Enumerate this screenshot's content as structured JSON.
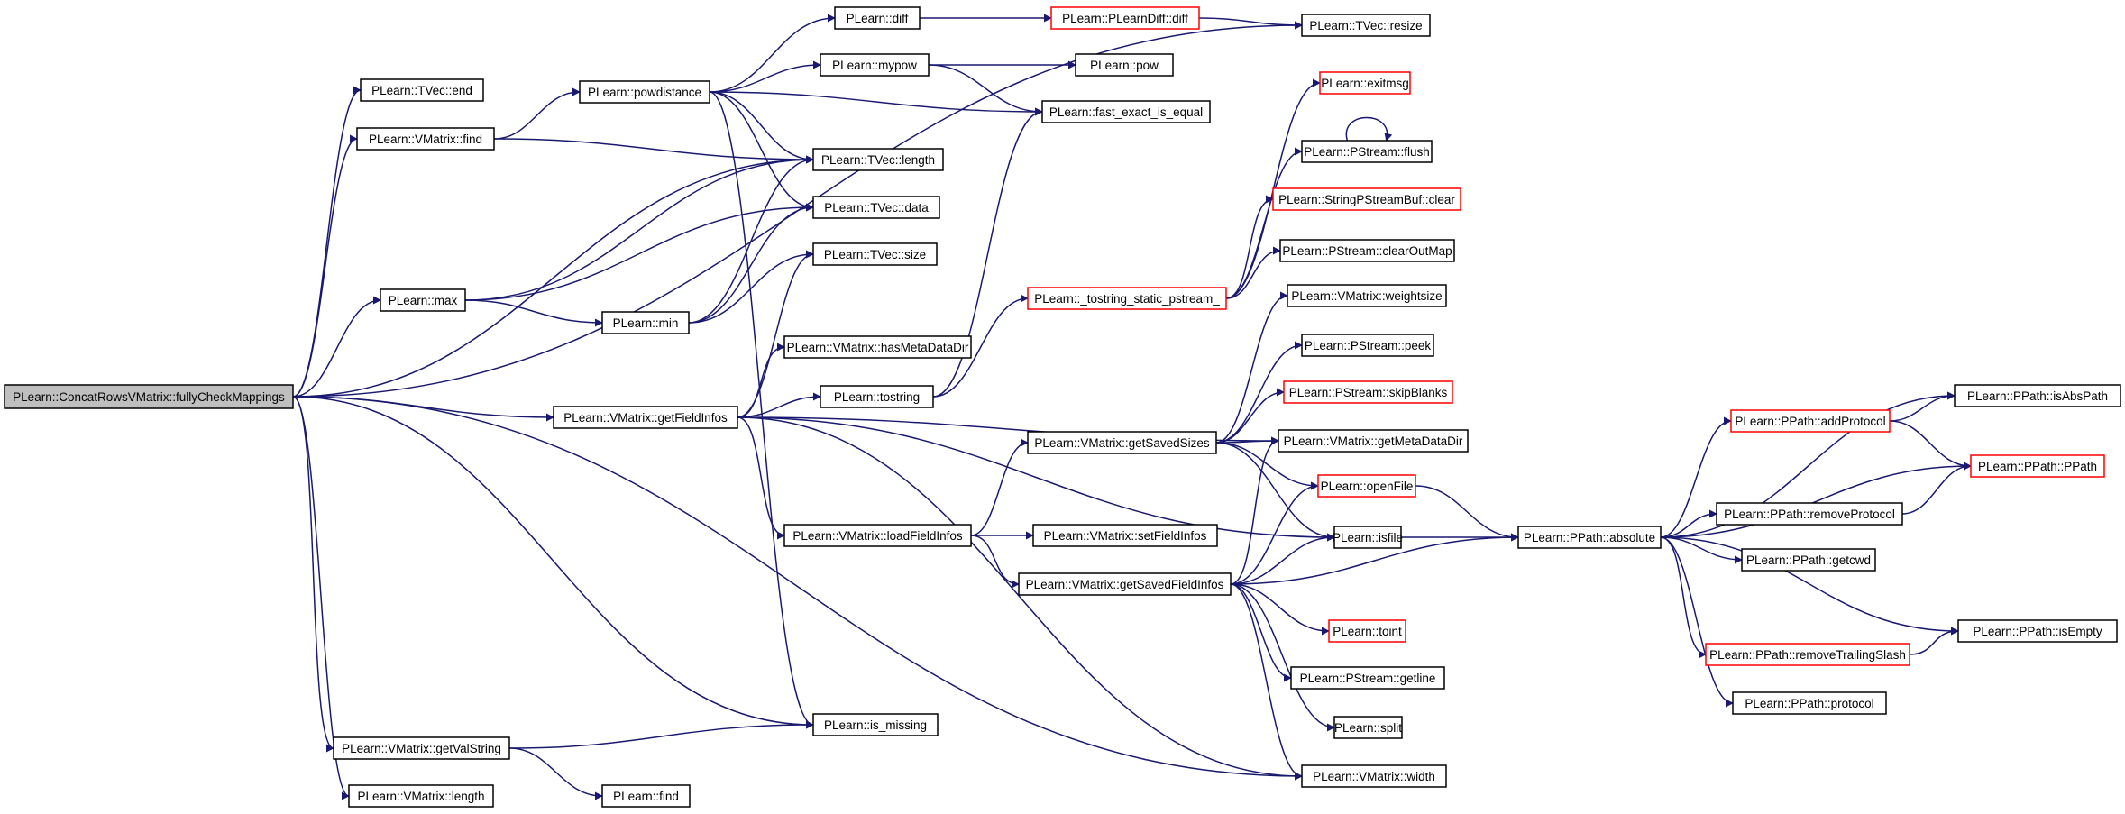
{
  "diagram": {
    "type": "call-graph",
    "colors": {
      "edge": "#191970",
      "node_border": "#000000",
      "truncated_node_border": "#ff0000",
      "root_fill": "#bfbfbf"
    },
    "nodes": [
      {
        "id": "root",
        "label": "PLearn::ConcatRowsVMatrix::fullyCheckMappings",
        "style": "root"
      },
      {
        "id": "tvec_end",
        "label": "PLearn::TVec::end",
        "style": "normal"
      },
      {
        "id": "vm_find",
        "label": "PLearn::VMatrix::find",
        "style": "normal"
      },
      {
        "id": "max",
        "label": "PLearn::max",
        "style": "normal"
      },
      {
        "id": "min",
        "label": "PLearn::min",
        "style": "normal"
      },
      {
        "id": "getFieldInfos",
        "label": "PLearn::VMatrix::getFieldInfos",
        "style": "normal"
      },
      {
        "id": "getValString",
        "label": "PLearn::VMatrix::getValString",
        "style": "normal"
      },
      {
        "id": "vm_length",
        "label": "PLearn::VMatrix::length",
        "style": "normal"
      },
      {
        "id": "powdistance",
        "label": "PLearn::powdistance",
        "style": "normal"
      },
      {
        "id": "diff",
        "label": "PLearn::diff",
        "style": "normal"
      },
      {
        "id": "mypow",
        "label": "PLearn::mypow",
        "style": "normal"
      },
      {
        "id": "tvec_length",
        "label": "PLearn::TVec::length",
        "style": "normal"
      },
      {
        "id": "tvec_data",
        "label": "PLearn::TVec::data",
        "style": "normal"
      },
      {
        "id": "tvec_size",
        "label": "PLearn::TVec::size",
        "style": "normal"
      },
      {
        "id": "hasMetaDataDir",
        "label": "PLearn::VMatrix::hasMetaDataDir",
        "style": "normal"
      },
      {
        "id": "tostring",
        "label": "PLearn::tostring",
        "style": "normal"
      },
      {
        "id": "loadFieldInfos",
        "label": "PLearn::VMatrix::loadFieldInfos",
        "style": "normal"
      },
      {
        "id": "is_missing",
        "label": "PLearn::is_missing",
        "style": "normal"
      },
      {
        "id": "find",
        "label": "PLearn::find",
        "style": "normal"
      },
      {
        "id": "plearndiff",
        "label": "PLearn::PLearnDiff::diff",
        "style": "red"
      },
      {
        "id": "pow",
        "label": "PLearn::pow",
        "style": "normal"
      },
      {
        "id": "fast_exact",
        "label": "PLearn::fast_exact_is_equal",
        "style": "normal"
      },
      {
        "id": "tostring_static",
        "label": "PLearn::_tostring_static_pstream_",
        "style": "red"
      },
      {
        "id": "getSavedSizes",
        "label": "PLearn::VMatrix::getSavedSizes",
        "style": "normal"
      },
      {
        "id": "setFieldInfos",
        "label": "PLearn::VMatrix::setFieldInfos",
        "style": "normal"
      },
      {
        "id": "getSavedFieldInfos",
        "label": "PLearn::VMatrix::getSavedFieldInfos",
        "style": "normal"
      },
      {
        "id": "tvec_resize",
        "label": "PLearn::TVec::resize",
        "style": "normal"
      },
      {
        "id": "exitmsg",
        "label": "PLearn::exitmsg",
        "style": "red"
      },
      {
        "id": "flush",
        "label": "PLearn::PStream::flush",
        "style": "normal"
      },
      {
        "id": "sp_clear",
        "label": "PLearn::StringPStreamBuf::clear",
        "style": "red"
      },
      {
        "id": "clearOutMap",
        "label": "PLearn::PStream::clearOutMap",
        "style": "normal"
      },
      {
        "id": "weightsize",
        "label": "PLearn::VMatrix::weightsize",
        "style": "normal"
      },
      {
        "id": "peek",
        "label": "PLearn::PStream::peek",
        "style": "normal"
      },
      {
        "id": "skipBlanks",
        "label": "PLearn::PStream::skipBlanks",
        "style": "red"
      },
      {
        "id": "getMetaDataDir",
        "label": "PLearn::VMatrix::getMetaDataDir",
        "style": "normal"
      },
      {
        "id": "openFile",
        "label": "PLearn::openFile",
        "style": "red"
      },
      {
        "id": "isfile",
        "label": "PLearn::isfile",
        "style": "normal"
      },
      {
        "id": "toint",
        "label": "PLearn::toint",
        "style": "red"
      },
      {
        "id": "getline",
        "label": "PLearn::PStream::getline",
        "style": "normal"
      },
      {
        "id": "split",
        "label": "PLearn::split",
        "style": "normal"
      },
      {
        "id": "vm_width",
        "label": "PLearn::VMatrix::width",
        "style": "normal"
      },
      {
        "id": "absolute",
        "label": "PLearn::PPath::absolute",
        "style": "normal"
      },
      {
        "id": "addProtocol",
        "label": "PLearn::PPath::addProtocol",
        "style": "red"
      },
      {
        "id": "removeProtocol",
        "label": "PLearn::PPath::removeProtocol",
        "style": "normal"
      },
      {
        "id": "getcwd",
        "label": "PLearn::PPath::getcwd",
        "style": "normal"
      },
      {
        "id": "removeTrailingSlash",
        "label": "PLearn::PPath::removeTrailingSlash",
        "style": "red"
      },
      {
        "id": "protocol",
        "label": "PLearn::PPath::protocol",
        "style": "normal"
      },
      {
        "id": "isAbsPath",
        "label": "PLearn::PPath::isAbsPath",
        "style": "normal"
      },
      {
        "id": "ppath",
        "label": "PLearn::PPath::PPath",
        "style": "red"
      },
      {
        "id": "isEmpty",
        "label": "PLearn::PPath::isEmpty",
        "style": "normal"
      }
    ],
    "edges": [
      [
        "root",
        "tvec_end"
      ],
      [
        "root",
        "vm_find"
      ],
      [
        "root",
        "tvec_length"
      ],
      [
        "root",
        "max"
      ],
      [
        "root",
        "tvec_resize"
      ],
      [
        "root",
        "getFieldInfos"
      ],
      [
        "root",
        "vm_width"
      ],
      [
        "root",
        "is_missing"
      ],
      [
        "root",
        "getValString"
      ],
      [
        "root",
        "vm_length"
      ],
      [
        "vm_find",
        "powdistance"
      ],
      [
        "vm_find",
        "tvec_length"
      ],
      [
        "powdistance",
        "diff"
      ],
      [
        "powdistance",
        "mypow"
      ],
      [
        "powdistance",
        "fast_exact"
      ],
      [
        "powdistance",
        "tvec_length"
      ],
      [
        "powdistance",
        "tvec_data"
      ],
      [
        "powdistance",
        "is_missing"
      ],
      [
        "diff",
        "plearndiff"
      ],
      [
        "plearndiff",
        "tvec_resize"
      ],
      [
        "mypow",
        "pow"
      ],
      [
        "mypow",
        "fast_exact"
      ],
      [
        "max",
        "tvec_length"
      ],
      [
        "max",
        "tvec_data"
      ],
      [
        "max",
        "min"
      ],
      [
        "min",
        "tvec_length"
      ],
      [
        "min",
        "tvec_data"
      ],
      [
        "min",
        "tvec_size"
      ],
      [
        "getFieldInfos",
        "tvec_size"
      ],
      [
        "getFieldInfos",
        "hasMetaDataDir"
      ],
      [
        "getFieldInfos",
        "tostring"
      ],
      [
        "getFieldInfos",
        "getMetaDataDir"
      ],
      [
        "getFieldInfos",
        "isfile"
      ],
      [
        "getFieldInfos",
        "loadFieldInfos"
      ],
      [
        "getFieldInfos",
        "vm_width"
      ],
      [
        "tostring",
        "fast_exact"
      ],
      [
        "tostring",
        "tostring_static"
      ],
      [
        "tostring_static",
        "exitmsg"
      ],
      [
        "tostring_static",
        "flush"
      ],
      [
        "tostring_static",
        "sp_clear"
      ],
      [
        "tostring_static",
        "clearOutMap"
      ],
      [
        "flush",
        "flush"
      ],
      [
        "loadFieldInfos",
        "getSavedSizes"
      ],
      [
        "loadFieldInfos",
        "setFieldInfos"
      ],
      [
        "loadFieldInfos",
        "getSavedFieldInfos"
      ],
      [
        "getSavedSizes",
        "weightsize"
      ],
      [
        "getSavedSizes",
        "peek"
      ],
      [
        "getSavedSizes",
        "skipBlanks"
      ],
      [
        "getSavedSizes",
        "getMetaDataDir"
      ],
      [
        "getSavedSizes",
        "openFile"
      ],
      [
        "getSavedSizes",
        "isfile"
      ],
      [
        "getSavedFieldInfos",
        "getMetaDataDir"
      ],
      [
        "getSavedFieldInfos",
        "openFile"
      ],
      [
        "getSavedFieldInfos",
        "isfile"
      ],
      [
        "getSavedFieldInfos",
        "absolute"
      ],
      [
        "getSavedFieldInfos",
        "toint"
      ],
      [
        "getSavedFieldInfos",
        "getline"
      ],
      [
        "getSavedFieldInfos",
        "split"
      ],
      [
        "getSavedFieldInfos",
        "vm_width"
      ],
      [
        "openFile",
        "absolute"
      ],
      [
        "isfile",
        "absolute"
      ],
      [
        "absolute",
        "addProtocol"
      ],
      [
        "absolute",
        "isAbsPath"
      ],
      [
        "absolute",
        "ppath"
      ],
      [
        "absolute",
        "removeProtocol"
      ],
      [
        "absolute",
        "getcwd"
      ],
      [
        "absolute",
        "removeTrailingSlash"
      ],
      [
        "absolute",
        "isEmpty"
      ],
      [
        "absolute",
        "protocol"
      ],
      [
        "addProtocol",
        "isAbsPath"
      ],
      [
        "addProtocol",
        "ppath"
      ],
      [
        "removeProtocol",
        "ppath"
      ],
      [
        "removeTrailingSlash",
        "isEmpty"
      ],
      [
        "getValString",
        "is_missing"
      ],
      [
        "getValString",
        "find"
      ]
    ]
  }
}
